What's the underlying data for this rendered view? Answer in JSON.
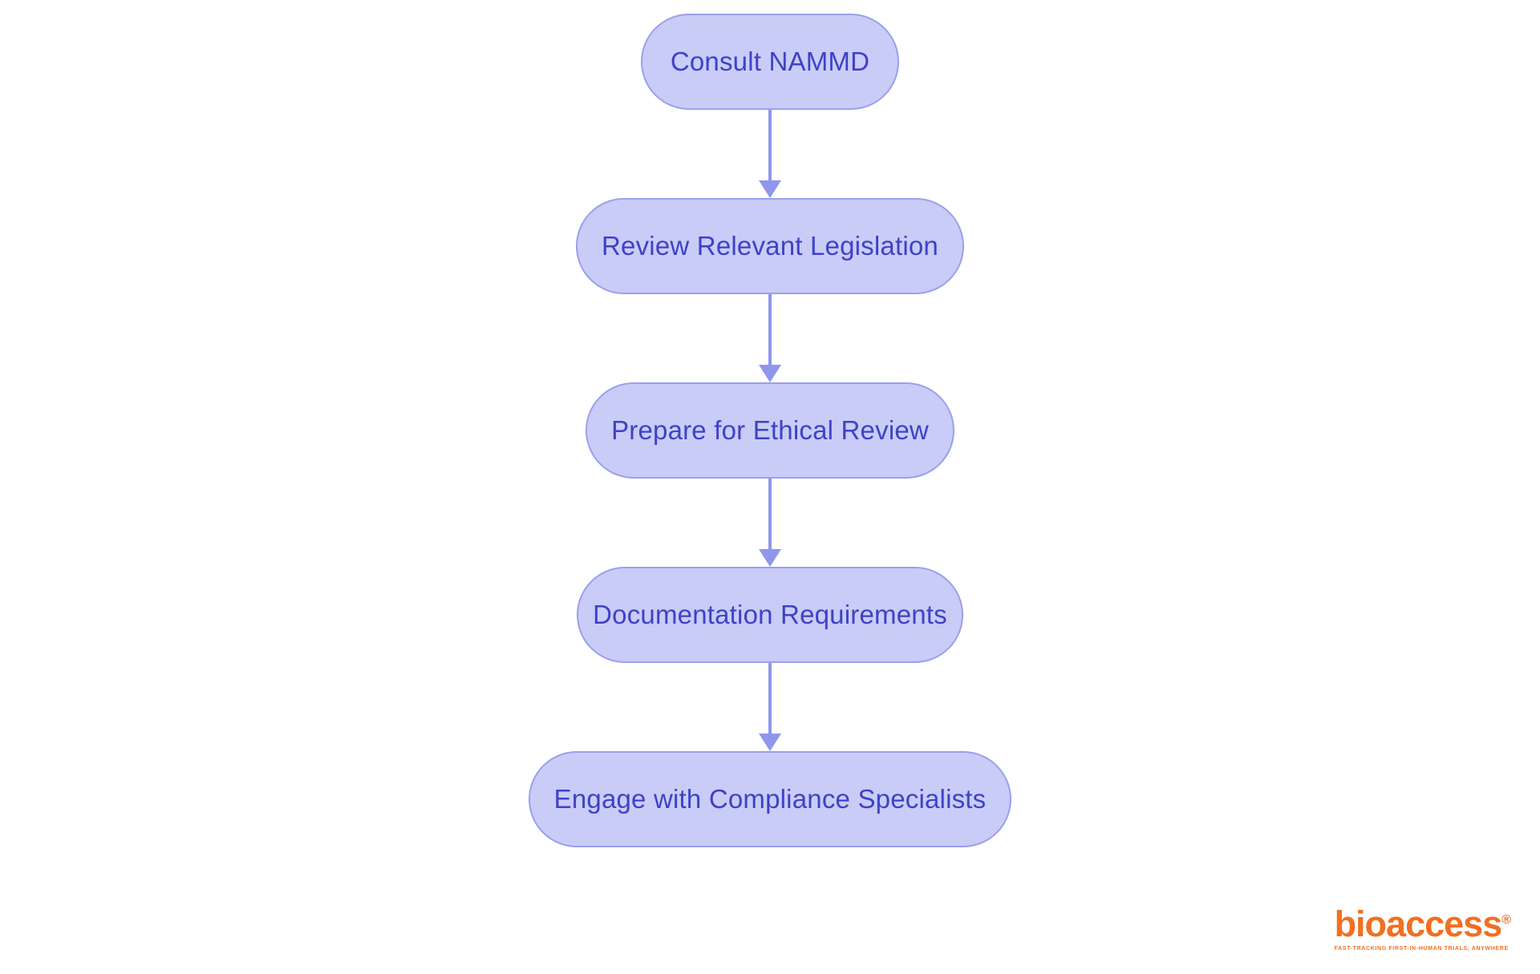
{
  "flowchart": {
    "type": "flowchart-vertical",
    "nodes": [
      {
        "id": "consult-nammd",
        "label": "Consult NAMMD"
      },
      {
        "id": "review-relevant-legislation",
        "label": "Review Relevant Legislation"
      },
      {
        "id": "prepare-for-ethical-review",
        "label": "Prepare for Ethical Review"
      },
      {
        "id": "documentation-requirements",
        "label": "Documentation Requirements"
      },
      {
        "id": "engage-with-compliance-specialists",
        "label": "Engage with Compliance Specialists"
      }
    ],
    "connections": [
      {
        "from": "consult-nammd",
        "to": "review-relevant-legislation"
      },
      {
        "from": "review-relevant-legislation",
        "to": "prepare-for-ethical-review"
      },
      {
        "from": "prepare-for-ethical-review",
        "to": "documentation-requirements"
      },
      {
        "from": "documentation-requirements",
        "to": "engage-with-compliance-specialists"
      }
    ],
    "colors": {
      "node_fill": "#c9ccf6",
      "node_border": "#9aa0ed",
      "node_text": "#3e42c6",
      "arrow": "#8f96ec",
      "background": "#ffffff"
    }
  },
  "logo": {
    "brand": "bioaccess",
    "registered_mark": "®",
    "tagline": "FAST-TRACKING FIRST-IN-HUMAN TRIALS, ANYWHERE",
    "color": "#f26f21"
  }
}
